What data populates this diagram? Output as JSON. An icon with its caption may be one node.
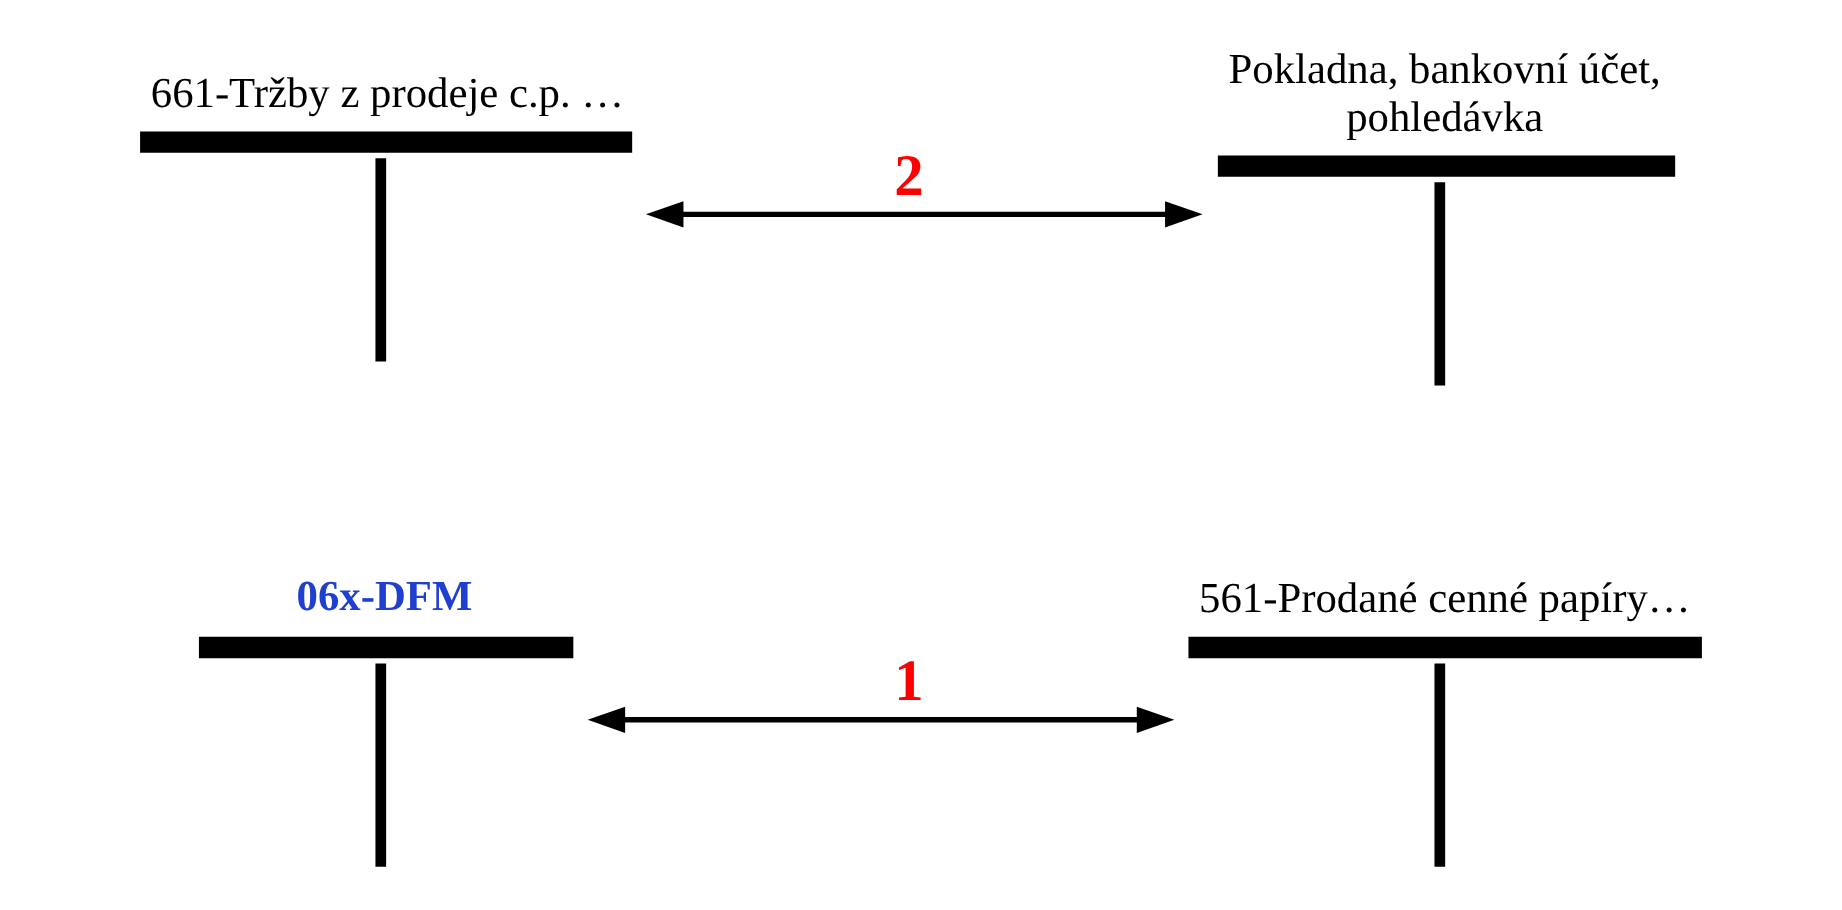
{
  "diagram": {
    "nodes": [
      {
        "text": [
          "06x-DFM"
        ]
      },
      {
        "text": [
          "561-Prodané cenné papíry…"
        ]
      },
      {
        "text": [
          "661-Tržby z prodeje c.p. …"
        ]
      },
      {
        "text": [
          "Pokladna, bankovní účet, pohledávka"
        ]
      }
    ],
    "edges": [
      {
        "from": 0,
        "to": 1,
        "arrow": "both",
        "label": "1"
      },
      {
        "from": 2,
        "to": 3,
        "arrow": "both",
        "label": "2"
      }
    ]
  }
}
